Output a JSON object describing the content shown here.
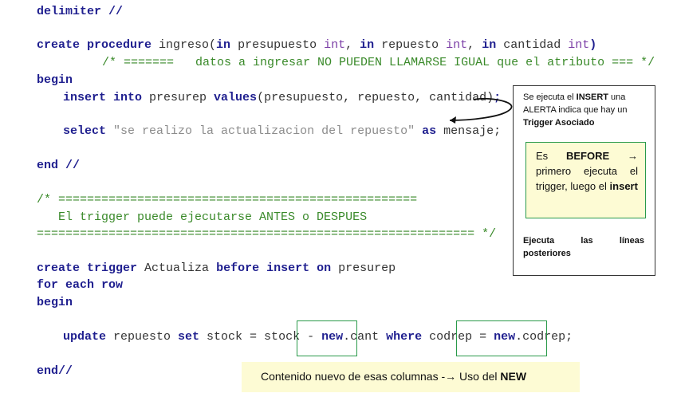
{
  "code": {
    "l1": "delimiter //",
    "l2_kw1": "create procedure",
    "l2_name": " ingreso(",
    "l2_in1": "in",
    "l2_p1": " presupuesto ",
    "l2_t1": "int",
    "l2_c1": ", ",
    "l2_in2": "in",
    "l2_p2": " repuesto ",
    "l2_t2": "int",
    "l2_c2": ", ",
    "l2_in3": "in",
    "l2_p3": " cantidad ",
    "l2_t3": "int",
    "l2_end": ")",
    "l3_comment": "/* =======   datos a ingresar NO PUEDEN LLAMARSE IGUAL que el atributo === */",
    "l4": "begin",
    "l5_kw": "insert into",
    "l5_a": " presurep ",
    "l5_kw2": "values",
    "l5_b": "(presupuesto, repuesto, cantidad)",
    "l5_c": ";",
    "l6_kw": "select",
    "l6_str": "\"se realizo la actualizacion del repuesto\"",
    "l6_kw2": "as",
    "l6_b": " mensaje;",
    "l7": "end //",
    "l8_comment": "/* ==================================================",
    "l9_comment": "   El trigger puede ejecutarse ANTES o DESPUES",
    "l10_comment": "============================================================= */",
    "l11_kw1": "create trigger",
    "l11_a": " Actualiza ",
    "l11_kw2": "before insert on",
    "l11_b": " presurep",
    "l12": "for each row",
    "l13": "begin",
    "l14_kw": "update",
    "l14_a": " repuesto ",
    "l14_kw2": "set",
    "l14_b": " stock = stock - ",
    "l14_new1": "new",
    "l14_c": ".cant ",
    "l14_kw3": "where",
    "l14_d": " codrep = ",
    "l14_new2": "new",
    "l14_e": ".codrep;",
    "l15": "end//"
  },
  "callout": {
    "line1_a": "Se ejecuta el ",
    "line1_b": "INSERT",
    "line1_c": " una",
    "line2": "ALERTA indica que hay un",
    "line3": "Trigger Asociado",
    "inner_a": "Es ",
    "inner_b": "BEFORE",
    "inner_arrow": "→",
    "inner_c": "primero ejecuta el trigger, luego el",
    "inner_d": "insert",
    "bottom": "Ejecuta las líneas posteriores"
  },
  "new_note": {
    "text": "Contenido nuevo de esas columnas -",
    "arrow": "→",
    "text2": " Uso del ",
    "bold": "NEW"
  },
  "colors": {
    "keyword": "#1f1f8f",
    "type": "#7b3ea6",
    "comment": "#3a8a2a",
    "highlight_box": "#2a9a4a",
    "note_bg": "#fdfbd4"
  }
}
